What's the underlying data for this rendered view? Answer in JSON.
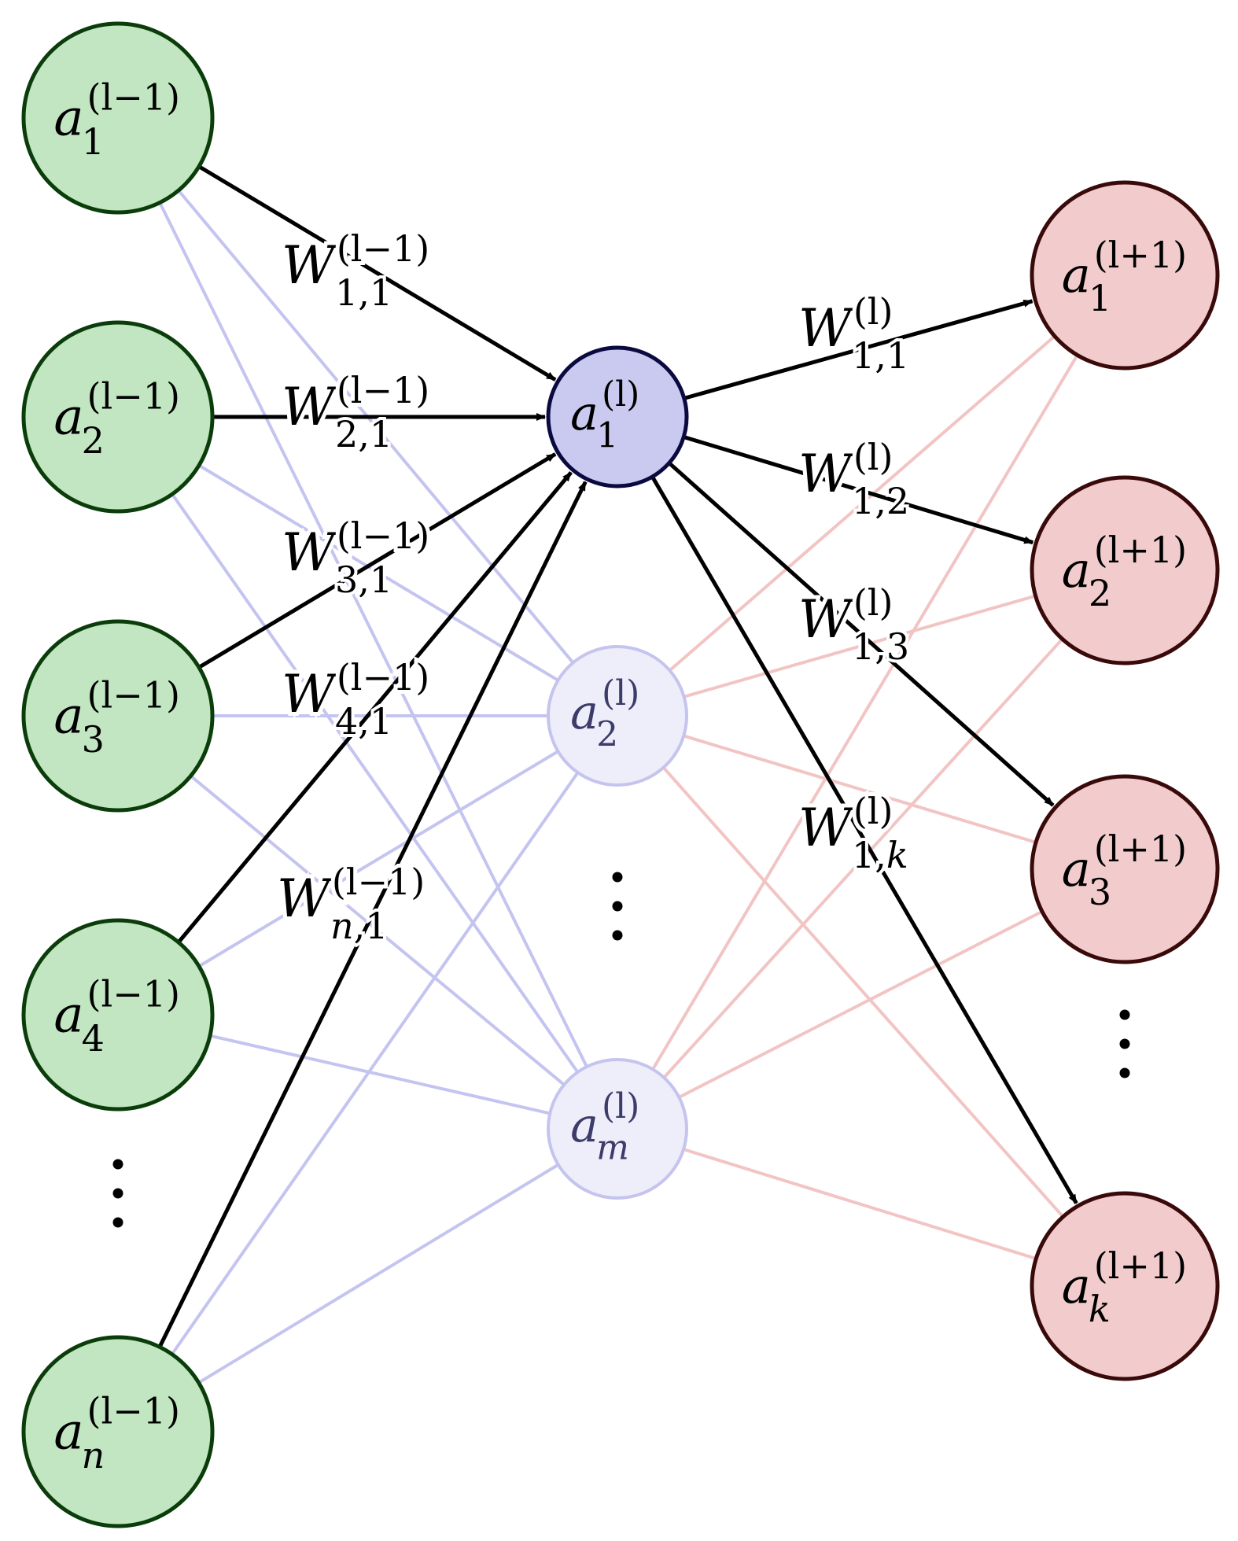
{
  "layers": {
    "prev": {
      "nodes": [
        {
          "base": "a",
          "sub": "1",
          "sup": "(l−1)"
        },
        {
          "base": "a",
          "sub": "2",
          "sup": "(l−1)"
        },
        {
          "base": "a",
          "sub": "3",
          "sup": "(l−1)"
        },
        {
          "base": "a",
          "sub": "4",
          "sup": "(l−1)"
        },
        {
          "base": "a",
          "sub": "n",
          "sup": "(l−1)"
        }
      ],
      "fill": "#c2e6c2",
      "stroke": "#0b3d0b"
    },
    "current": {
      "nodes": [
        {
          "base": "a",
          "sub": "1",
          "sup": "(l)",
          "highlight": true
        },
        {
          "base": "a",
          "sub": "2",
          "sup": "(l)",
          "highlight": false
        },
        {
          "base": "a",
          "sub": "m",
          "sup": "(l)",
          "highlight": false
        }
      ],
      "fill_highlight": "#cacaf0",
      "stroke_highlight": "#0a0a40",
      "fill_faded": "#eeeefa",
      "stroke_faded": "#c4c4ee",
      "text_faded": "#3c3c6a"
    },
    "next": {
      "nodes": [
        {
          "base": "a",
          "sub": "1",
          "sup": "(l+1)"
        },
        {
          "base": "a",
          "sub": "2",
          "sup": "(l+1)"
        },
        {
          "base": "a",
          "sub": "3",
          "sup": "(l+1)"
        },
        {
          "base": "a",
          "sub": "k",
          "sup": "(l+1)"
        }
      ],
      "fill": "#f2cccc",
      "stroke": "#3a0a0a"
    }
  },
  "weights_in": [
    {
      "base": "W",
      "sub": "1,1",
      "sup": "(l−1)"
    },
    {
      "base": "W",
      "sub": "2,1",
      "sup": "(l−1)"
    },
    {
      "base": "W",
      "sub": "3,1",
      "sup": "(l−1)"
    },
    {
      "base": "W",
      "sub": "4,1",
      "sup": "(l−1)"
    },
    {
      "base": "W",
      "sub": "n,1",
      "sup": "(l−1)"
    }
  ],
  "weights_out": [
    {
      "base": "W",
      "sub": "1,1",
      "sup": "(l)"
    },
    {
      "base": "W",
      "sub": "1,2",
      "sup": "(l)"
    },
    {
      "base": "W",
      "sub": "1,3",
      "sup": "(l)"
    },
    {
      "base": "W",
      "sub": "1,k",
      "sup": "(l)"
    }
  ],
  "colors": {
    "edge_blue": "#c4c4f0",
    "edge_red": "#f2c4c4",
    "arrow": "#000000"
  }
}
